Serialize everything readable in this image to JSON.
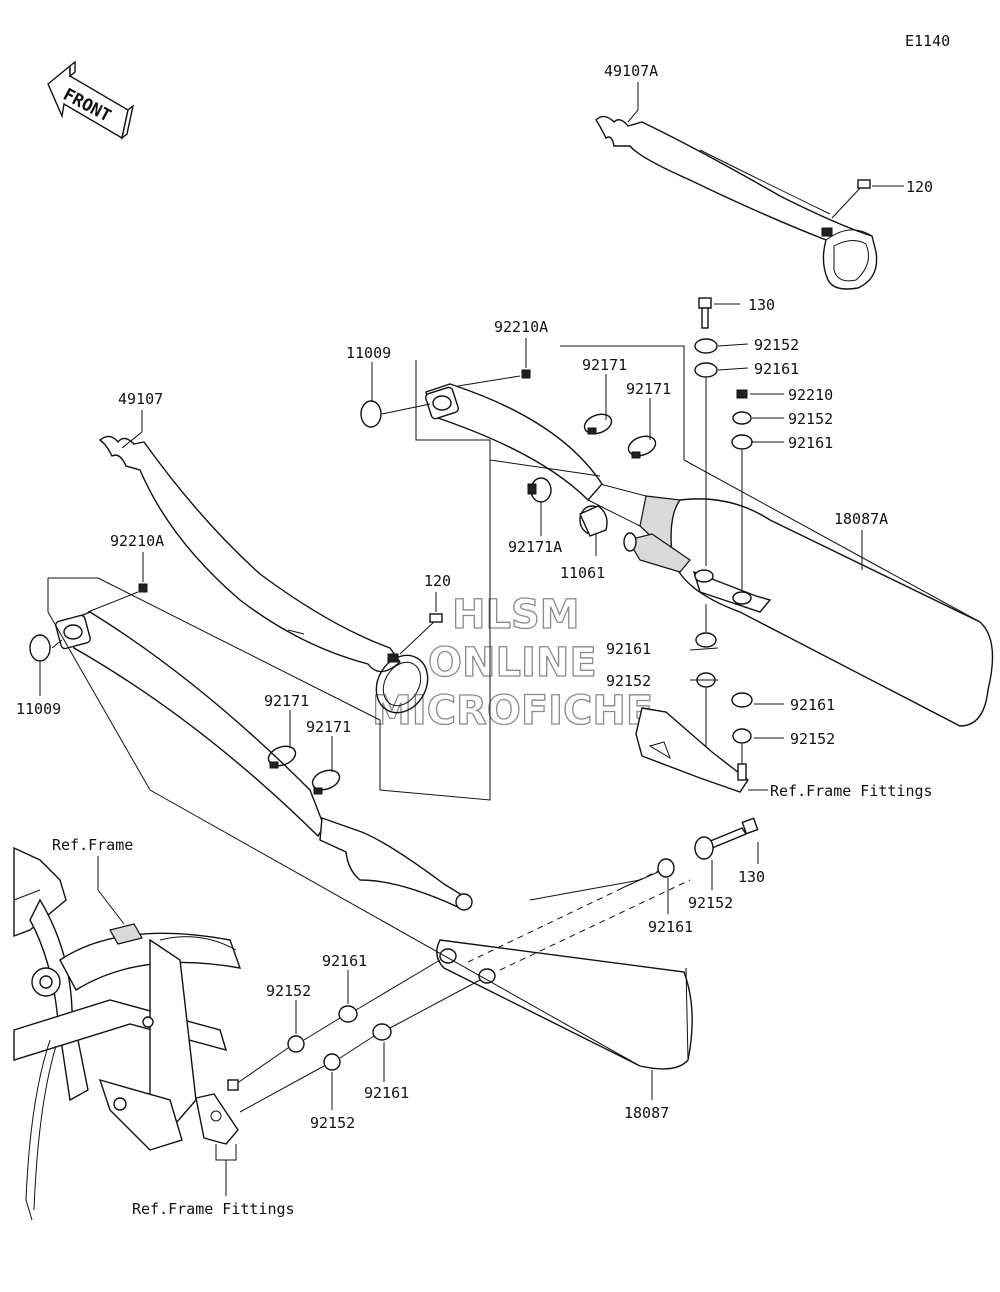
{
  "diagram_code": "E1140",
  "front_label": "FRONT",
  "watermark": [
    "HLSM",
    "ONLINE",
    "MICROFICHE"
  ],
  "labels": {
    "p49107A": "49107A",
    "p120_top": "120",
    "p130_top": "130",
    "p92152_a": "92152",
    "p92161_a": "92161",
    "p92210": "92210",
    "p92152_b": "92152",
    "p92161_b": "92161",
    "p92210A_top": "92210A",
    "p11009_top": "11009",
    "p92171_a": "92171",
    "p92171_b": "92171",
    "p18087A": "18087A",
    "p49107": "49107",
    "p92171A": "92171A",
    "p11061": "11061",
    "p92210A_left": "92210A",
    "p120_mid": "120",
    "p11009_left": "11009",
    "p92161_c": "92161",
    "p92152_c": "92152",
    "p92161_d": "92161",
    "p92152_d": "92152",
    "ref_frame_fittings_right": "Ref.Frame Fittings",
    "p92171_c": "92171",
    "p92171_d": "92171",
    "ref_frame": "Ref.Frame",
    "p130_low": "130",
    "p92152_e": "92152",
    "p92161_e": "92161",
    "p92161_f": "92161",
    "p92152_f": "92152",
    "p92161_g": "92161",
    "p92152_g": "92152",
    "p18087": "18087",
    "ref_frame_fittings_left": "Ref.Frame Fittings"
  }
}
